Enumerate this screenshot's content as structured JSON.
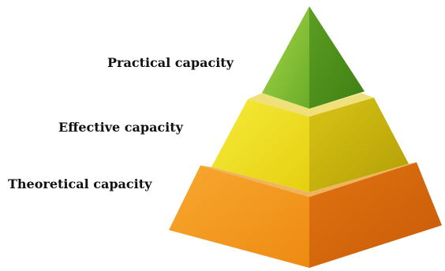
{
  "diagram": {
    "levels": [
      {
        "label": "Practical capacity",
        "color_left": "#8fc63f",
        "color_right": "#4d8f1c"
      },
      {
        "label": "Effective capacity",
        "color_left": "#f2e21e",
        "color_right": "#c9b50d"
      },
      {
        "label": "Theoretical capacity",
        "color_left": "#f5a020",
        "color_right": "#d9650a"
      }
    ]
  }
}
